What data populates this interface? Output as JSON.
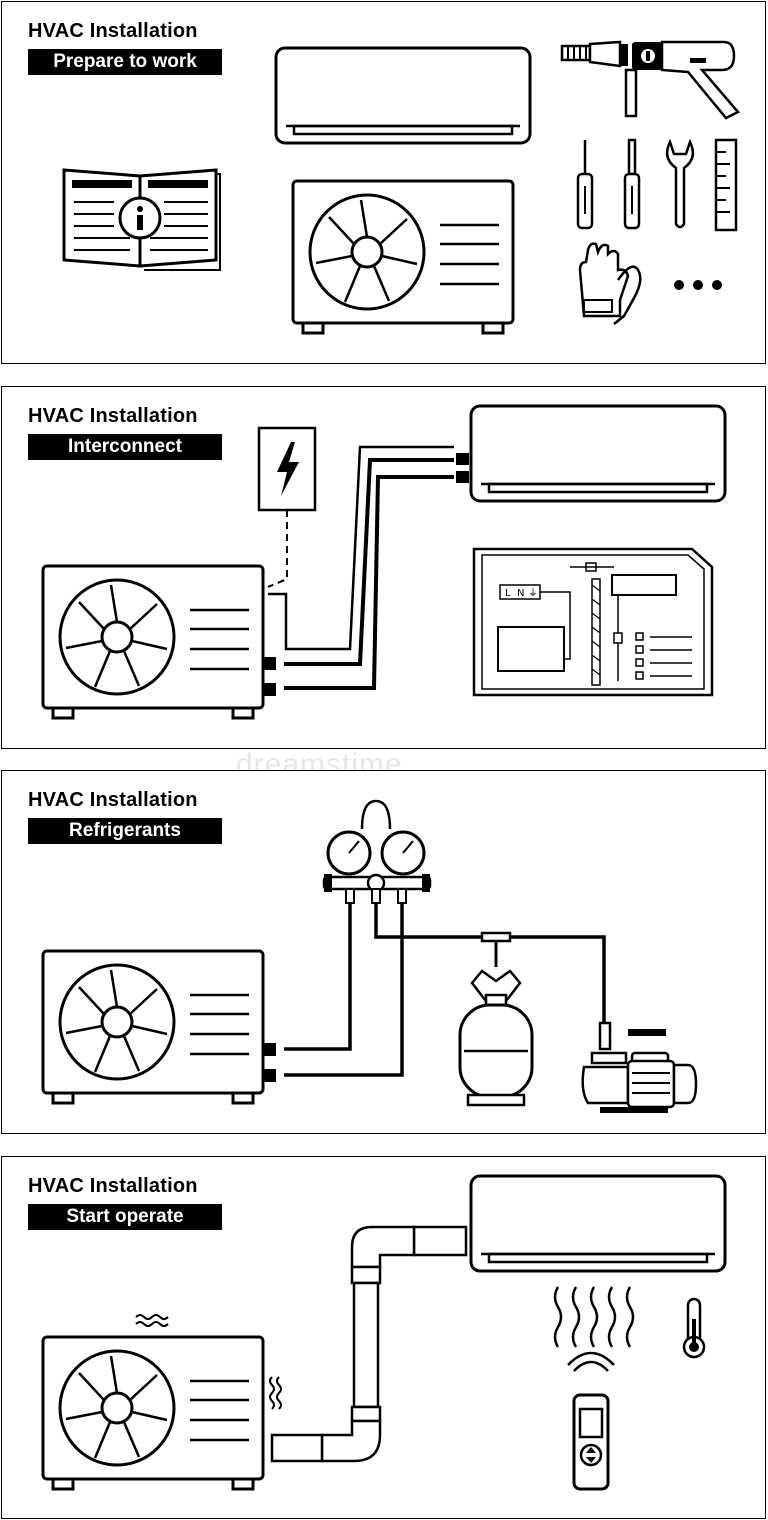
{
  "colors": {
    "ink": "#000000",
    "paper": "#ffffff",
    "watermark": "#e6e6e6"
  },
  "panels": [
    {
      "title": "HVAC Installation",
      "subtitle": "Prepare to work"
    },
    {
      "title": "HVAC Installation",
      "subtitle": "Interconnect"
    },
    {
      "title": "HVAC Installation",
      "subtitle": "Refrigerants"
    },
    {
      "title": "HVAC Installation",
      "subtitle": "Start operate"
    }
  ],
  "wiring_terminal": {
    "labels": [
      "L",
      "N",
      "⏚"
    ]
  },
  "watermark": {
    "text": "dreamstime."
  },
  "icons": {
    "panel1": [
      "manual-icon",
      "indoor-unit-icon",
      "outdoor-unit-icon",
      "drill-icon",
      "screwdriver-icon",
      "wrench-icon",
      "ruler-icon",
      "gloves-icon",
      "more-icon"
    ],
    "panel2": [
      "power-icon",
      "indoor-unit-icon",
      "outdoor-unit-icon",
      "wiring-diagram-icon"
    ],
    "panel3": [
      "manifold-gauge-icon",
      "outdoor-unit-icon",
      "refrigerant-tank-icon",
      "vacuum-pump-icon"
    ],
    "panel4": [
      "indoor-unit-icon",
      "outdoor-unit-icon",
      "pipe-icon",
      "airflow-icon",
      "thermometer-icon",
      "remote-control-icon"
    ]
  }
}
